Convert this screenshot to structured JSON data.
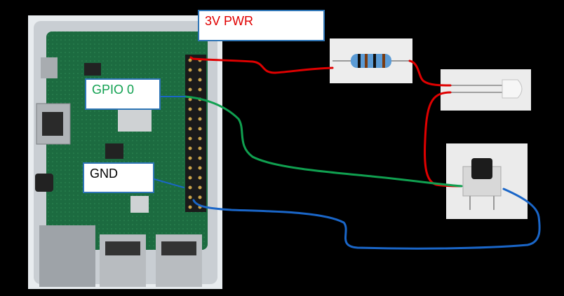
{
  "labels": {
    "power": "3V PWR",
    "gpio": "GPIO 0",
    "ground": "GND"
  },
  "colors": {
    "background": "#000000",
    "callout_border": "#2e75b6",
    "power_text": "#e00000",
    "gpio_text": "#10a050",
    "ground_text": "#000000",
    "wire_power": "#e00000",
    "wire_gpio": "#10a050",
    "wire_ground": "#1a66c8"
  },
  "components": [
    "raspberry-pi-board",
    "resistor",
    "led",
    "push-button"
  ]
}
